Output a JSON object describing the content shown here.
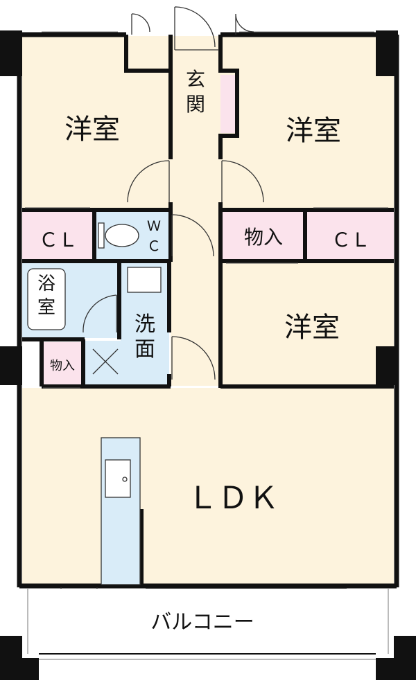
{
  "floor_plan": {
    "rooms": {
      "western_room_top_left": "洋室",
      "western_room_top_right": "洋室",
      "western_room_middle_right": "洋室",
      "ldk": "ＬＤＫ",
      "closet_left": "ＣＬ",
      "closet_right": "ＣＬ",
      "storage_top": "物入",
      "storage_small": "物入",
      "toilet_w": "Ｗ",
      "toilet_c": "Ｃ",
      "entrance_char_1": "玄",
      "entrance_char_2": "関",
      "bath_char_1": "浴",
      "bath_char_2": "室",
      "washroom_char_1": "洗",
      "washroom_char_2": "面",
      "balcony": "バルコニー"
    },
    "colors": {
      "room": "#fdf3dd",
      "wet": "#d9ecf8",
      "storage": "#fbe3ec",
      "wall": "#111111",
      "entrance_floor": "#fbe3ec"
    }
  }
}
